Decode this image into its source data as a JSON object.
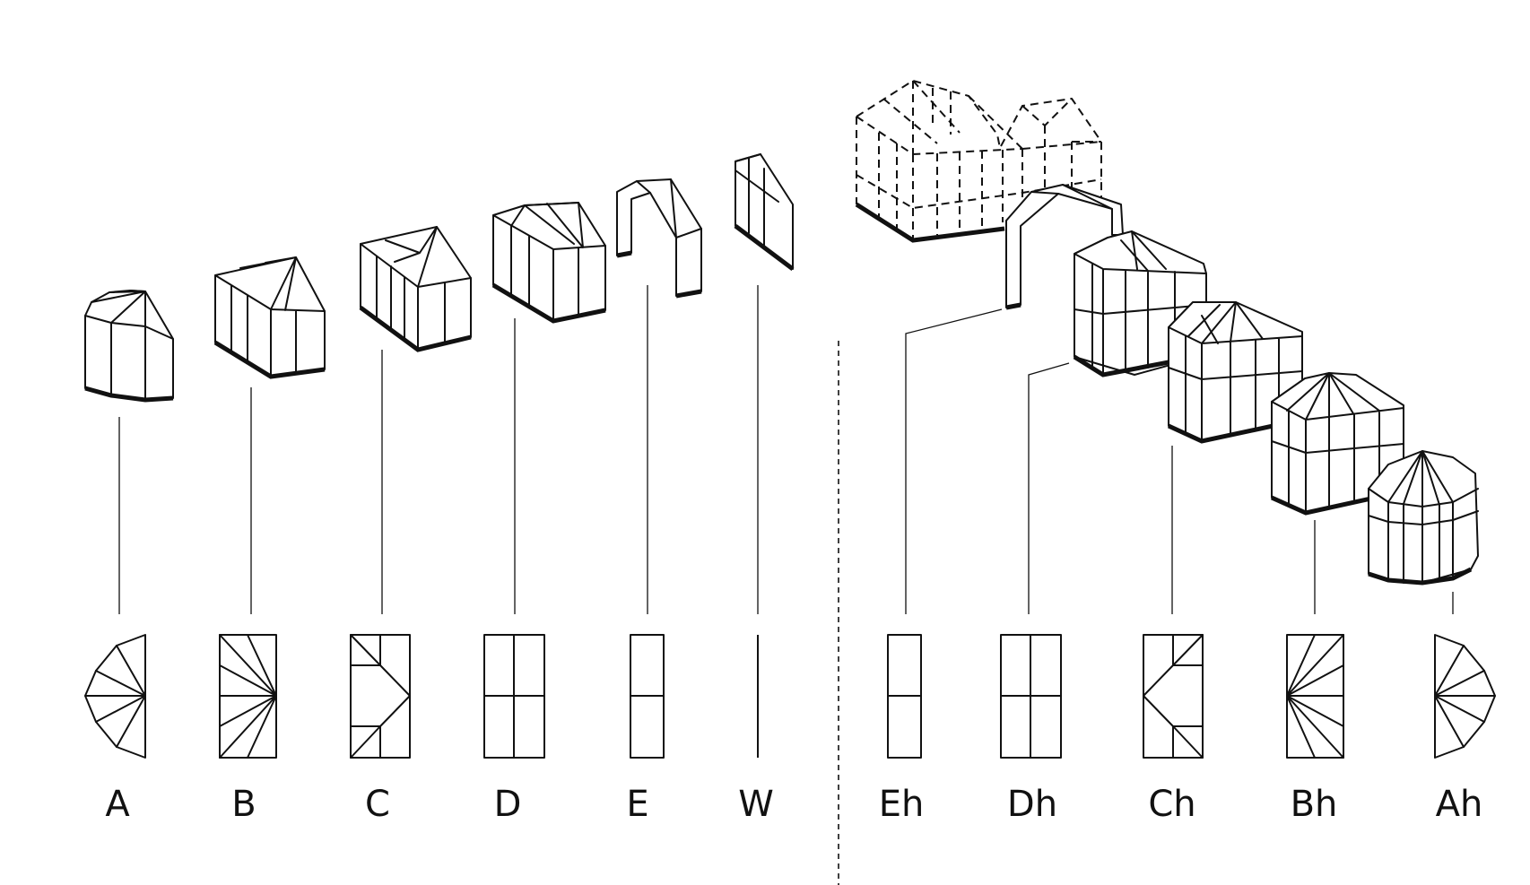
{
  "labels": {
    "A": "A",
    "B": "B",
    "C": "C",
    "D": "D",
    "E": "E",
    "W": "W",
    "Eh": "Eh",
    "Dh": "Dh",
    "Ch": "Ch",
    "Bh": "Bh",
    "Ah": "Ah"
  }
}
